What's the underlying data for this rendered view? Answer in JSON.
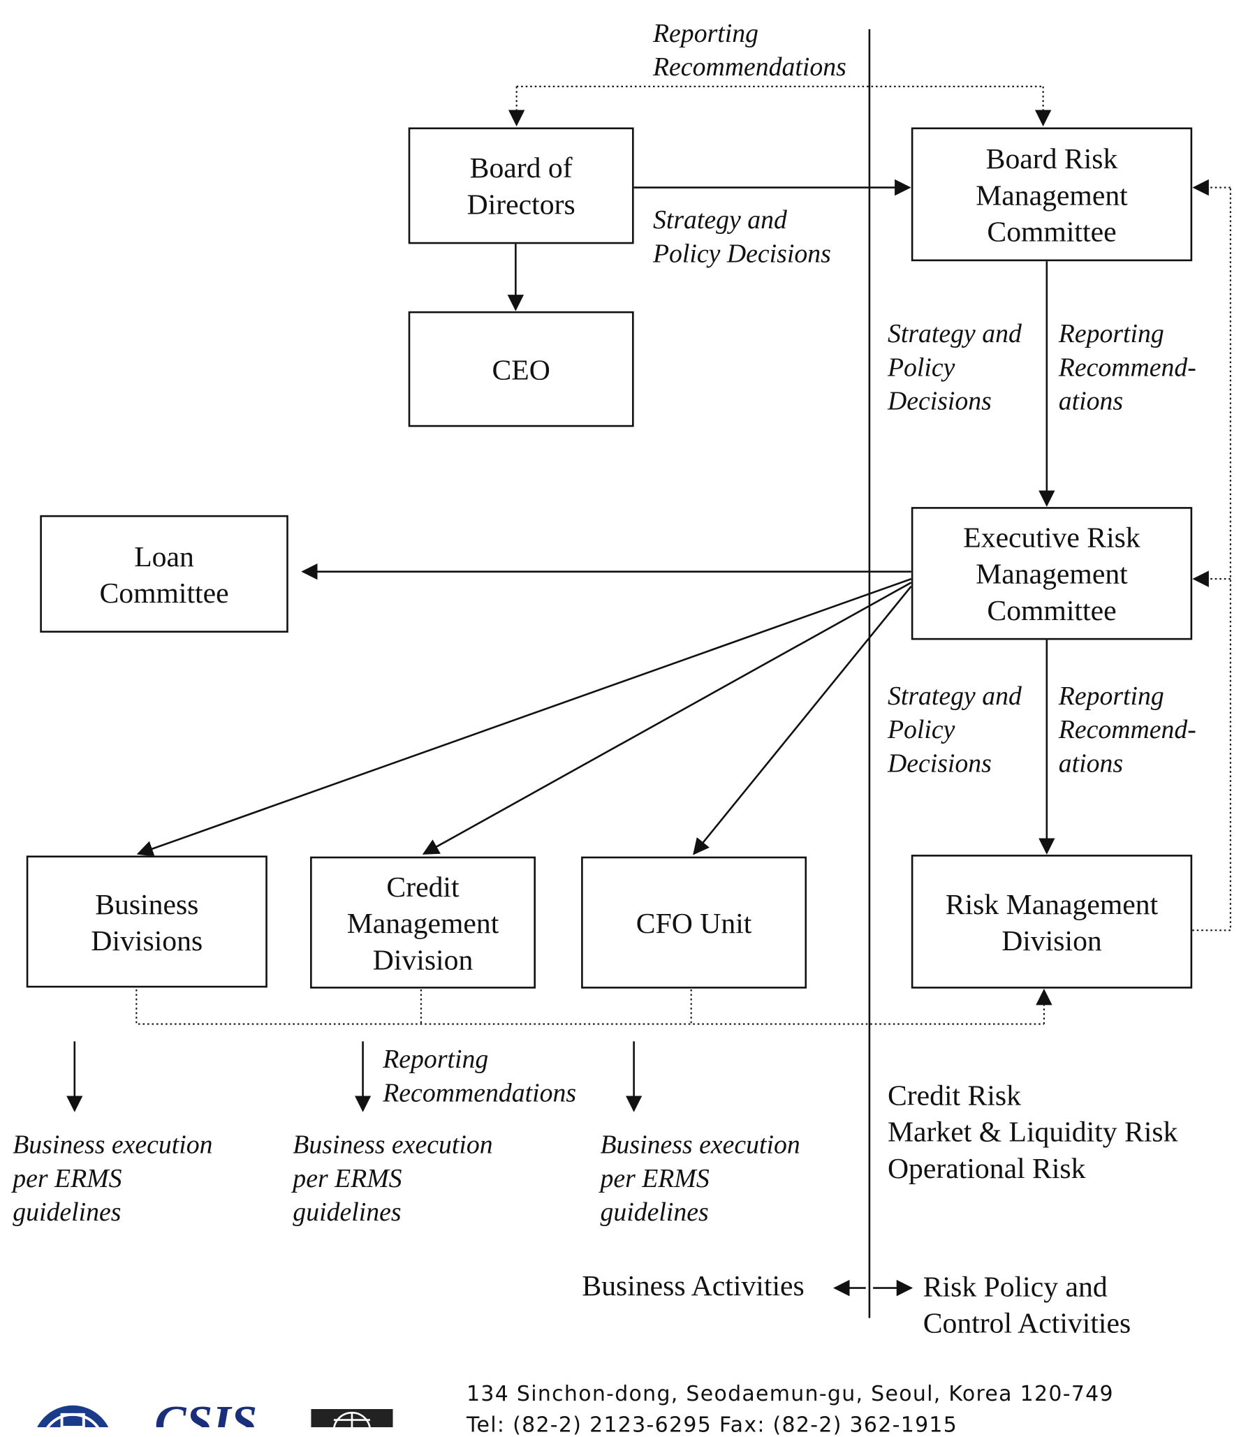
{
  "boxes": {
    "board_of_directors": "Board of\nDirectors",
    "ceo": "CEO",
    "board_risk_committee": "Board Risk\nManagement\nCommittee",
    "exec_risk_committee": "Executive Risk\nManagement\nCommittee",
    "loan_committee": "Loan\nCommittee",
    "business_divisions": "Business\nDivisions",
    "credit_mgmt_division": "Credit\nManagement\nDivision",
    "cfo_unit": "CFO Unit",
    "risk_mgmt_division": "Risk Management\nDivision"
  },
  "labels": {
    "top_reporting": "Reporting\nRecommendations",
    "top_strategy": "Strategy and\nPolicy Decisions",
    "strategy_1": "Strategy and\nPolicy\nDecisions",
    "reporting_1": "Reporting\nRecommend-\nations",
    "strategy_2": "Strategy and\nPolicy\nDecisions",
    "reporting_2": "Reporting\nRecommend-\nations",
    "bottom_reporting": "Reporting\nRecommendations",
    "exec_1": "Business execution\nper ERMS\nguidelines",
    "exec_2": "Business execution\nper ERMS\nguidelines",
    "exec_3": "Business execution\nper ERMS\nguidelines"
  },
  "risk_types": "Credit Risk\nMarket & Liquidity Risk\nOperational Risk",
  "footer": {
    "business_activities": "Business Activities",
    "risk_policy": "Risk Policy and\nControl Activities",
    "address_line": "134 Sinchon-dong, Seodaemun-gu, Seoul, Korea 120-749",
    "contact_line": "Tel: (82-2) 2123-6295   Fax: (82-2) 362-1915"
  },
  "logos": [
    "emblem-logo",
    "csis-logo",
    "globe-logo"
  ]
}
